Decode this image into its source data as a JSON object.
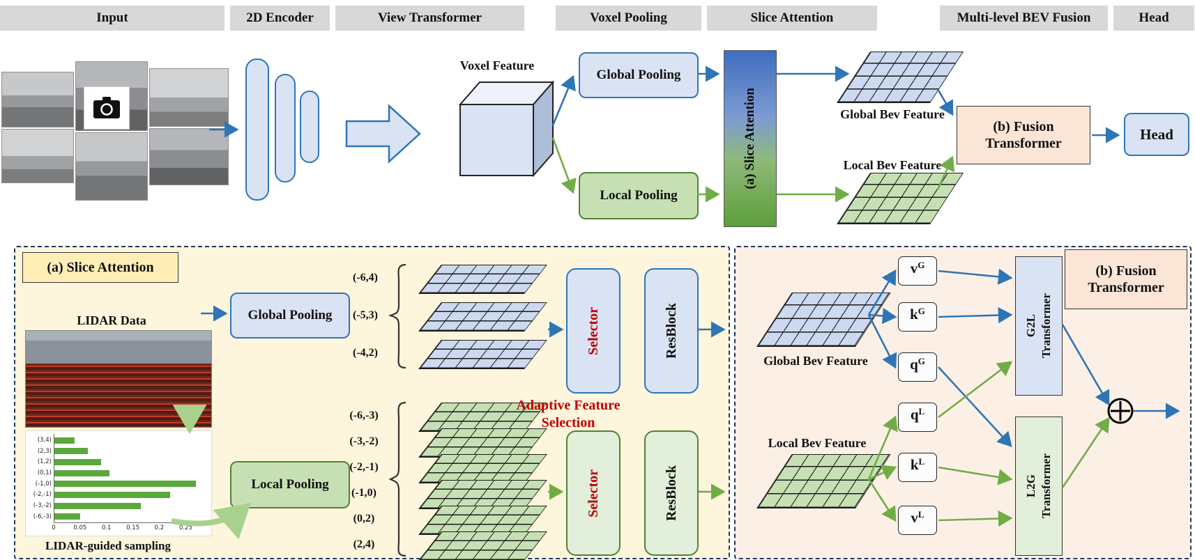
{
  "colors": {
    "header_bg": "#d8d8d8",
    "blue_fill": "#dae3f3",
    "blue_border": "#2e75b6",
    "blue_arrow": "#2e75b6",
    "green_fill": "#c6e0b4",
    "green_fill_light": "#e2efda",
    "green_border": "#538135",
    "green_arrow": "#70ad47",
    "light_green_arrow": "#a9d18e",
    "peach_fill": "#fbe5d6",
    "panel_a_bg": "#fdf5dc",
    "panel_b_bg": "#fcf0e6",
    "title_a_bg": "#ffeeb5",
    "grid_blue": "#ccd9f0",
    "grid_green": "#c6e0b4",
    "red_text": "#c00000",
    "dashed_border": "#1f3864"
  },
  "header": {
    "stages": [
      "Input",
      "2D Encoder",
      "View Transformer",
      "Voxel Pooling",
      "Slice Attention",
      "Multi-level BEV Fusion",
      "Head"
    ]
  },
  "pipeline": {
    "voxel_feature_label": "Voxel Feature",
    "global_pooling": "Global Pooling",
    "local_pooling": "Local Pooling",
    "slice_attention": "(a) Slice Attention",
    "global_bev": "Global Bev Feature",
    "local_bev": "Local Bev Feature",
    "fusion": "(b) Fusion Transformer",
    "head": "Head",
    "camera_icon": "camera"
  },
  "panel_a": {
    "title": "(a) Slice Attention",
    "lidar_label": "LIDAR Data",
    "sampling_label": "LIDAR-guided sampling",
    "global_pooling": "Global Pooling",
    "local_pooling": "Local Pooling",
    "selector": "Selector",
    "resblock": "ResBlock",
    "adaptive_line1": "Adaptive Feature",
    "adaptive_line2": "Selection",
    "global_slices": [
      "(-6,4)",
      "(-5,3)",
      "(-4,2)"
    ],
    "local_slices": [
      "(-6,-3)",
      "(-3,-2)",
      "(-2,-1)",
      "(-1,0)",
      "(0,2)",
      "(2,4)"
    ]
  },
  "chart_data": {
    "type": "bar",
    "orientation": "horizontal",
    "title": "",
    "xlabel": "",
    "ylabel": "",
    "categories": [
      "(3,4)",
      "(2,3)",
      "(1,2)",
      "(0,1)",
      "(-1,0)",
      "(-2,-1)",
      "(-3,-2)",
      "(-6,-3)"
    ],
    "values": [
      0.04,
      0.065,
      0.09,
      0.105,
      0.27,
      0.22,
      0.165,
      0.05
    ],
    "xticks": [
      0,
      0.05,
      0.1,
      0.15,
      0.2,
      0.25
    ],
    "xlim": [
      0,
      0.28
    ],
    "bar_color": "#5ba83c",
    "grid": false,
    "legend": false
  },
  "panel_b": {
    "title_line1": "(b) Fusion",
    "title_line2": "Transformer",
    "global_bev": "Global Bev Feature",
    "local_bev": "Local Bev Feature",
    "qkv": [
      {
        "base": "v",
        "sup": "G"
      },
      {
        "base": "k",
        "sup": "G"
      },
      {
        "base": "q",
        "sup": "G"
      },
      {
        "base": "q",
        "sup": "L"
      },
      {
        "base": "k",
        "sup": "L"
      },
      {
        "base": "v",
        "sup": "L"
      }
    ],
    "g2l_line1": "G2L",
    "g2l_line2": "Transformer",
    "l2g_line1": "L2G",
    "l2g_line2": "Transformer",
    "fusion_symbol": "circle-plus"
  }
}
